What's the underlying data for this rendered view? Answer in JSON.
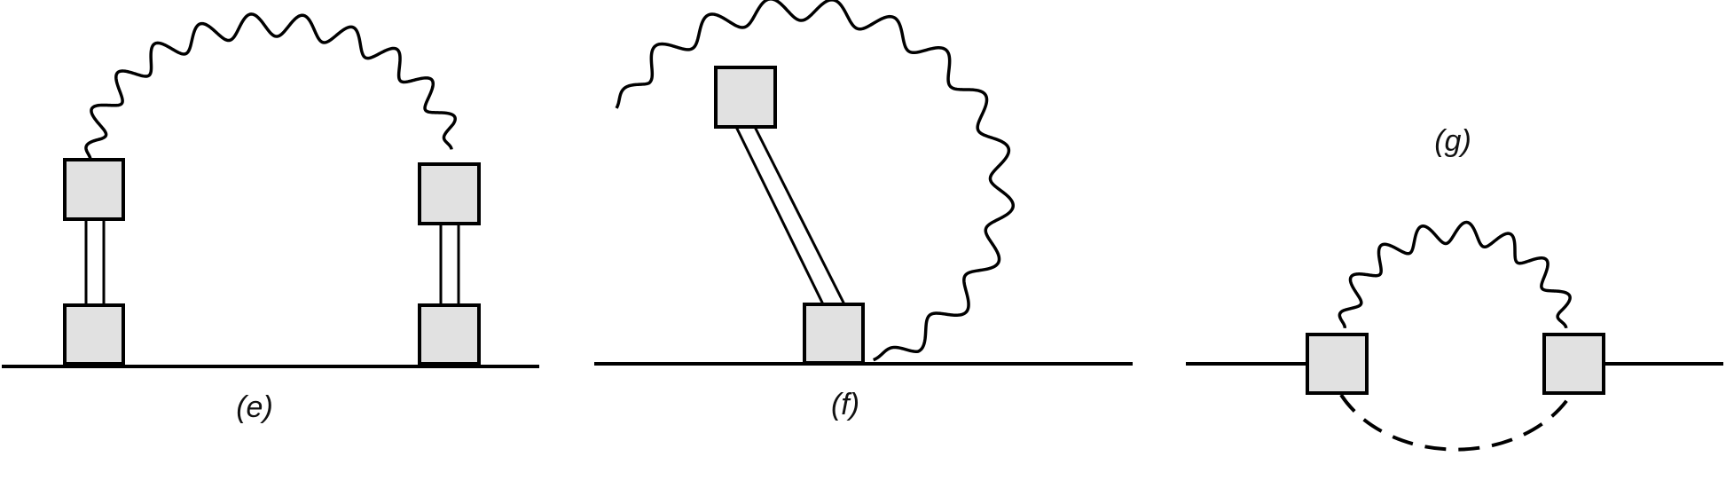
{
  "colors": {
    "stroke": "#000000",
    "vertex_fill": "#e1e1e1",
    "background": "#ffffff"
  },
  "diagrams": [
    {
      "id": "e",
      "label": "(e)"
    },
    {
      "id": "f",
      "label": "(f)"
    },
    {
      "id": "g",
      "label": "(g)"
    }
  ]
}
